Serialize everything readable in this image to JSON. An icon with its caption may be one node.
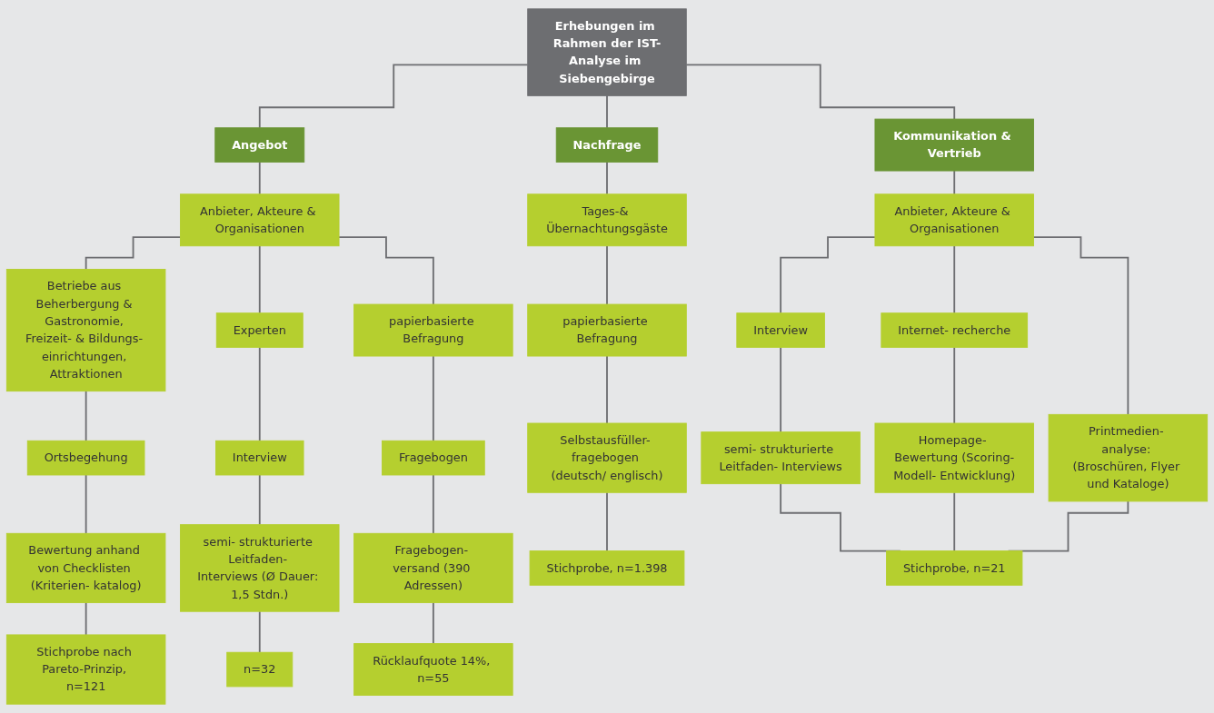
{
  "diagram": {
    "nodes": [
      {
        "text": [
          "Erhebungen im Rahmen der IST-Analyse im Siebengebirge"
        ]
      },
      {
        "text": [
          "Angebot"
        ]
      },
      {
        "text": [
          "Nachfrage"
        ]
      },
      {
        "text": [
          "Kommunikation & Vertrieb"
        ]
      },
      {
        "text": [
          "Anbieter, Akteure & Organisationen"
        ]
      },
      {
        "text": [
          "Tages-& Übernachtungsgäste"
        ]
      },
      {
        "text": [
          "Anbieter, Akteure & Organisationen"
        ]
      },
      {
        "text": [
          "Betriebe aus Beherbergung & Gastronomie, Freizeit- & Bildungs- einrichtungen, Attraktionen"
        ]
      },
      {
        "text": [
          "Experten"
        ]
      },
      {
        "text": [
          "Ortsbegehung"
        ]
      },
      {
        "text": [
          "Interview"
        ]
      },
      {
        "text": [
          "papierbasierte Befragung"
        ]
      },
      {
        "text": [
          "papierbasierte Befragung"
        ]
      },
      {
        "text": [
          "Interview"
        ]
      },
      {
        "text": [
          "Internet- recherche"
        ]
      },
      {
        "text": [
          "Printmedien- analyse: (Broschüren, Flyer und Kataloge)"
        ]
      },
      {
        "text": [
          "Bewertung anhand von Checklisten (Kriterien- katalog)"
        ]
      },
      {
        "text": [
          "semi- strukturierte Leitfaden- Interviews (Ø Dauer: 1,5 Stdn.)"
        ]
      },
      {
        "text": [
          "Fragebogen"
        ]
      },
      {
        "text": [
          "Selbstausfüller- fragebogen (deutsch/ englisch)"
        ]
      },
      {
        "text": [
          "semi- strukturierte Leitfaden- Interviews"
        ]
      },
      {
        "text": [
          "Homepage- Bewertung (Scoring-Modell- Entwicklung)"
        ]
      },
      {
        "text": [
          "Fragebogen- versand (390 Adressen)"
        ]
      },
      {
        "text": [
          "Stichprobe nach Pareto-Prinzip, n=121"
        ]
      },
      {
        "text": [
          "n=32"
        ]
      },
      {
        "text": [
          "Rücklaufquote 14%, n=55"
        ]
      },
      {
        "text": [
          "Stichprobe, n=1.398"
        ]
      },
      {
        "text": [
          "Stichprobe, n=21"
        ]
      }
    ],
    "edges": [
      {
        "from": 0,
        "to": 1,
        "arrow": "none"
      },
      {
        "from": 0,
        "to": 2,
        "arrow": "none"
      },
      {
        "from": 0,
        "to": 3,
        "arrow": "none"
      },
      {
        "from": 1,
        "to": 4,
        "arrow": "none"
      },
      {
        "from": 2,
        "to": 5,
        "arrow": "none"
      },
      {
        "from": 3,
        "to": 6,
        "arrow": "none"
      },
      {
        "from": 4,
        "to": 7,
        "arrow": "none"
      },
      {
        "from": 4,
        "to": 8,
        "arrow": "none"
      },
      {
        "from": 4,
        "to": 11,
        "arrow": "none"
      },
      {
        "from": 5,
        "to": 12,
        "arrow": "none"
      },
      {
        "from": 6,
        "to": 13,
        "arrow": "none"
      },
      {
        "from": 6,
        "to": 14,
        "arrow": "none"
      },
      {
        "from": 6,
        "to": 15,
        "arrow": "none"
      },
      {
        "from": 7,
        "to": 9,
        "arrow": "none"
      },
      {
        "from": 8,
        "to": 10,
        "arrow": "none"
      },
      {
        "from": 9,
        "to": 16,
        "arrow": "none"
      },
      {
        "from": 10,
        "to": 17,
        "arrow": "none"
      },
      {
        "from": 11,
        "to": 18,
        "arrow": "none"
      },
      {
        "from": 18,
        "to": 22,
        "arrow": "none"
      },
      {
        "from": 12,
        "to": 19,
        "arrow": "none"
      },
      {
        "from": 13,
        "to": 20,
        "arrow": "none"
      },
      {
        "from": 14,
        "to": 21,
        "arrow": "none"
      },
      {
        "from": 16,
        "to": 23,
        "arrow": "none"
      },
      {
        "from": 17,
        "to": 24,
        "arrow": "none"
      },
      {
        "from": 22,
        "to": 25,
        "arrow": "none"
      },
      {
        "from": 19,
        "to": 26,
        "arrow": "none"
      },
      {
        "from": 20,
        "to": 27,
        "arrow": "none"
      },
      {
        "from": 21,
        "to": 27,
        "arrow": "none"
      },
      {
        "from": 15,
        "to": 27,
        "arrow": "none"
      }
    ]
  }
}
